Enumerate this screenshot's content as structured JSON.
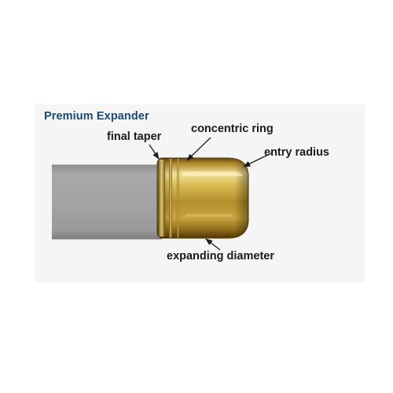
{
  "title": "Premium Expander",
  "callouts": {
    "final_taper": "final taper",
    "concentric_ring": "concentric ring",
    "entry_radius": "entry radius",
    "expanding_diameter": "expanding diameter"
  },
  "colors": {
    "title": "#1a4a73",
    "label": "#1b1b1b",
    "pipe": "#a2a2a2",
    "brass_highlight": "#f3df86",
    "brass_mid": "#c9a83a",
    "brass_shadow": "#6a4c10",
    "panel": "#f5f5f5"
  }
}
